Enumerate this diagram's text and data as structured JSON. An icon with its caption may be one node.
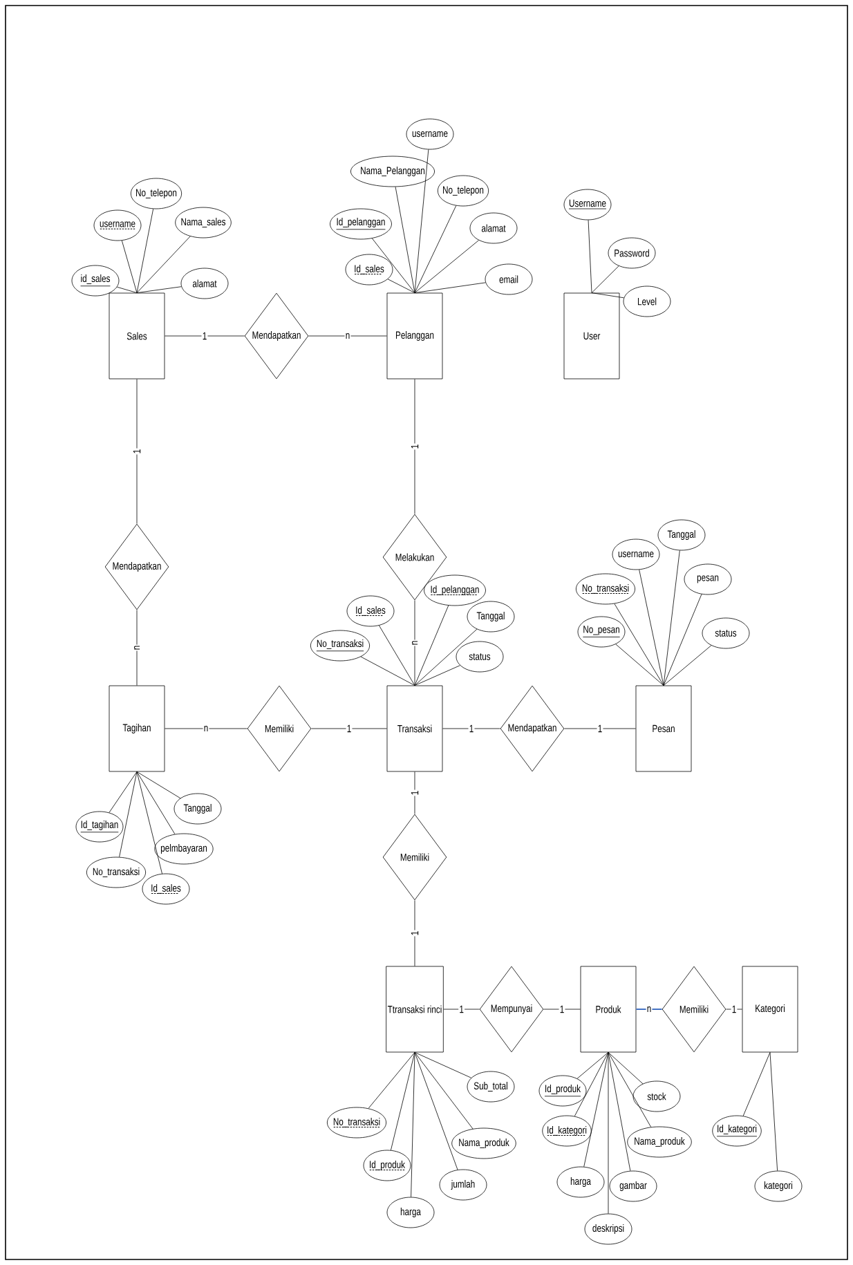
{
  "diagram": {
    "nodes": [
      {
        "text": [
          "username"
        ]
      },
      {
        "text": [
          "Nama_Pelanggan"
        ]
      },
      {
        "text": [
          "No_telepon"
        ]
      },
      {
        "text": [
          "No_telepon"
        ]
      },
      {
        "text": [
          "Username"
        ]
      },
      {
        "text": [
          "Nama_sales"
        ]
      },
      {
        "text": [
          "username"
        ]
      },
      {
        "text": [
          "Id_pelanggan"
        ]
      },
      {
        "text": [
          "alamat"
        ]
      },
      {
        "text": [
          "Password"
        ]
      },
      {
        "text": [
          "Id_sales"
        ]
      },
      {
        "text": [
          "email"
        ]
      },
      {
        "text": [
          "id_sales"
        ]
      },
      {
        "text": [
          "alamat"
        ]
      },
      {
        "text": [
          "Level"
        ]
      },
      {
        "text": [
          "Sales"
        ]
      },
      {
        "text": [
          "Mendapatkan"
        ]
      },
      {
        "text": [
          "Pelanggan"
        ]
      },
      {
        "text": [
          "User"
        ]
      },
      {
        "text": [
          "Mendapatkan"
        ]
      },
      {
        "text": [
          "Melakukan"
        ]
      },
      {
        "text": [
          "Tanggal"
        ]
      },
      {
        "text": [
          "username"
        ]
      },
      {
        "text": [
          "pesan"
        ]
      },
      {
        "text": [
          "No_transaksi"
        ]
      },
      {
        "text": [
          "Id_pelanggan"
        ]
      },
      {
        "text": [
          "Id_sales"
        ]
      },
      {
        "text": [
          "Tanggal"
        ]
      },
      {
        "text": [
          "No_pesan"
        ]
      },
      {
        "text": [
          "status"
        ]
      },
      {
        "text": [
          "No_transaksi"
        ]
      },
      {
        "text": [
          "status"
        ]
      },
      {
        "text": [
          "Tagihan"
        ]
      },
      {
        "text": [
          "Memiliki"
        ]
      },
      {
        "text": [
          "Transaksi"
        ]
      },
      {
        "text": [
          "Mendapatkan"
        ]
      },
      {
        "text": [
          "Pesan"
        ]
      },
      {
        "text": [
          "Tanggal"
        ]
      },
      {
        "text": [
          "Id_tagihan"
        ]
      },
      {
        "text": [
          "pelmbayaran"
        ]
      },
      {
        "text": [
          "Memiliki"
        ]
      },
      {
        "text": [
          "No_transaksi"
        ]
      },
      {
        "text": [
          "Id_sales"
        ]
      },
      {
        "text": [
          "Ttransaksi rinci"
        ]
      },
      {
        "text": [
          "Mempunyai"
        ]
      },
      {
        "text": [
          "Produk"
        ]
      },
      {
        "text": [
          "Memiliki"
        ]
      },
      {
        "text": [
          "Kategori"
        ]
      },
      {
        "text": [
          "Sub_total"
        ]
      },
      {
        "text": [
          "Id_produk"
        ]
      },
      {
        "text": [
          "stock"
        ]
      },
      {
        "text": [
          "No_transaksi"
        ]
      },
      {
        "text": [
          "Id_kategori"
        ]
      },
      {
        "text": [
          "Id_kategori"
        ]
      },
      {
        "text": [
          "Nama_produk"
        ]
      },
      {
        "text": [
          "Nama_produk"
        ]
      },
      {
        "text": [
          "Id_produk"
        ]
      },
      {
        "text": [
          "harga"
        ]
      },
      {
        "text": [
          "jumlah"
        ]
      },
      {
        "text": [
          "gambar"
        ]
      },
      {
        "text": [
          "kategori"
        ]
      },
      {
        "text": [
          "harga"
        ]
      },
      {
        "text": [
          "deskripsi"
        ]
      }
    ],
    "edges": [
      {
        "from": 15,
        "to": 16,
        "arrow": "none",
        "label": "1"
      },
      {
        "from": 16,
        "to": 17,
        "arrow": "none",
        "label": "n"
      },
      {
        "from": 15,
        "to": 19,
        "arrow": "none",
        "label": "1"
      },
      {
        "from": 19,
        "to": 32,
        "arrow": "none",
        "label": "n"
      },
      {
        "from": 17,
        "to": 20,
        "arrow": "none",
        "label": "1"
      },
      {
        "from": 20,
        "to": 34,
        "arrow": "none",
        "label": "n"
      },
      {
        "from": 32,
        "to": 33,
        "arrow": "none",
        "label": "n"
      },
      {
        "from": 33,
        "to": 34,
        "arrow": "none",
        "label": "1"
      },
      {
        "from": 34,
        "to": 35,
        "arrow": "none",
        "label": "1"
      },
      {
        "from": 35,
        "to": 36,
        "arrow": "none",
        "label": "1"
      },
      {
        "from": 34,
        "to": 40,
        "arrow": "none",
        "label": "1"
      },
      {
        "from": 40,
        "to": 43,
        "arrow": "none",
        "label": "1"
      },
      {
        "from": 43,
        "to": 44,
        "arrow": "none",
        "label": "1"
      },
      {
        "from": 44,
        "to": 45,
        "arrow": "none",
        "label": "1"
      },
      {
        "from": 45,
        "to": 46,
        "arrow": "none",
        "label": "n",
        "color": "#4472c4"
      },
      {
        "from": 46,
        "to": 47,
        "arrow": "none",
        "label": "1"
      },
      {
        "from": 15,
        "to": 12,
        "arrow": "none"
      },
      {
        "from": 15,
        "to": 6,
        "arrow": "none"
      },
      {
        "from": 15,
        "to": 2,
        "arrow": "none"
      },
      {
        "from": 15,
        "to": 5,
        "arrow": "none"
      },
      {
        "from": 15,
        "to": 13,
        "arrow": "none"
      },
      {
        "from": 17,
        "to": 0,
        "arrow": "none"
      },
      {
        "from": 17,
        "to": 1,
        "arrow": "none"
      },
      {
        "from": 17,
        "to": 3,
        "arrow": "none"
      },
      {
        "from": 17,
        "to": 7,
        "arrow": "none"
      },
      {
        "from": 17,
        "to": 8,
        "arrow": "none"
      },
      {
        "from": 17,
        "to": 10,
        "arrow": "none"
      },
      {
        "from": 17,
        "to": 11,
        "arrow": "none"
      },
      {
        "from": 18,
        "to": 4,
        "arrow": "none"
      },
      {
        "from": 18,
        "to": 9,
        "arrow": "none"
      },
      {
        "from": 18,
        "to": 14,
        "arrow": "none"
      },
      {
        "from": 34,
        "to": 30,
        "arrow": "none"
      },
      {
        "from": 34,
        "to": 26,
        "arrow": "none"
      },
      {
        "from": 34,
        "to": 25,
        "arrow": "none"
      },
      {
        "from": 34,
        "to": 27,
        "arrow": "none"
      },
      {
        "from": 34,
        "to": 31,
        "arrow": "none"
      },
      {
        "from": 36,
        "to": 21,
        "arrow": "none"
      },
      {
        "from": 36,
        "to": 22,
        "arrow": "none"
      },
      {
        "from": 36,
        "to": 23,
        "arrow": "none"
      },
      {
        "from": 36,
        "to": 24,
        "arrow": "none"
      },
      {
        "from": 36,
        "to": 28,
        "arrow": "none"
      },
      {
        "from": 36,
        "to": 29,
        "arrow": "none"
      },
      {
        "from": 32,
        "to": 37,
        "arrow": "none"
      },
      {
        "from": 32,
        "to": 38,
        "arrow": "none"
      },
      {
        "from": 32,
        "to": 39,
        "arrow": "none"
      },
      {
        "from": 32,
        "to": 41,
        "arrow": "none"
      },
      {
        "from": 32,
        "to": 42,
        "arrow": "none"
      },
      {
        "from": 43,
        "to": 48,
        "arrow": "none"
      },
      {
        "from": 43,
        "to": 51,
        "arrow": "none"
      },
      {
        "from": 43,
        "to": 54,
        "arrow": "none"
      },
      {
        "from": 43,
        "to": 56,
        "arrow": "none"
      },
      {
        "from": 43,
        "to": 58,
        "arrow": "none"
      },
      {
        "from": 43,
        "to": 61,
        "arrow": "none"
      },
      {
        "from": 45,
        "to": 49,
        "arrow": "none"
      },
      {
        "from": 45,
        "to": 50,
        "arrow": "none"
      },
      {
        "from": 45,
        "to": 52,
        "arrow": "none"
      },
      {
        "from": 45,
        "to": 55,
        "arrow": "none"
      },
      {
        "from": 45,
        "to": 57,
        "arrow": "none"
      },
      {
        "from": 45,
        "to": 59,
        "arrow": "none"
      },
      {
        "from": 45,
        "to": 62,
        "arrow": "none"
      },
      {
        "from": 47,
        "to": 53,
        "arrow": "none"
      },
      {
        "from": 47,
        "to": 60,
        "arrow": "none"
      }
    ]
  }
}
